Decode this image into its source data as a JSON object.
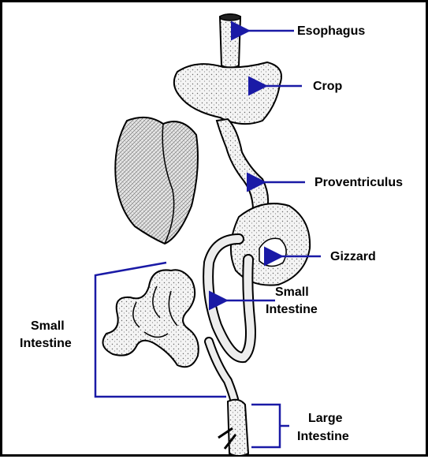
{
  "diagram": {
    "labels": {
      "esophagus": "Esophagus",
      "crop": "Crop",
      "proventriculus": "Proventriculus",
      "gizzard": "Gizzard",
      "small_intestine_right_line1": "Small",
      "small_intestine_right_line2": "Intestine",
      "small_intestine_left_line1": "Small",
      "small_intestine_left_line2": "Intestine",
      "large_intestine_line1": "Large",
      "large_intestine_line2": "Intestine"
    },
    "colors": {
      "arrow": "#1a1aa6",
      "outline": "#000000",
      "organ_fill": "#f2f2f2",
      "stipple": "#555555"
    }
  }
}
